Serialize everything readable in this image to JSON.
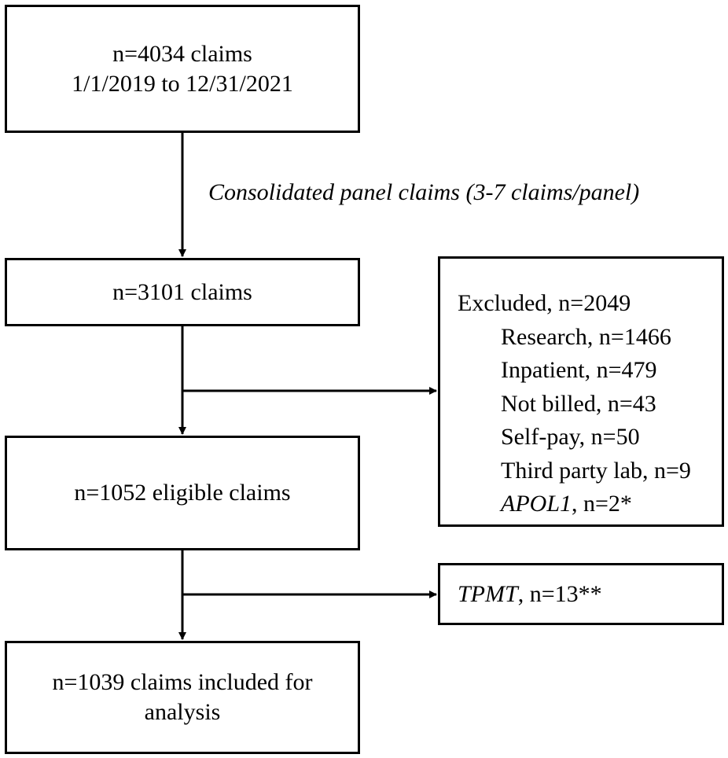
{
  "diagram": {
    "box1": {
      "line1": "n=4034 claims",
      "line2": "1/1/2019 to 12/31/2021"
    },
    "consolidation_note": "Consolidated panel claims (3-7 claims/panel)",
    "box2": {
      "text": "n=3101 claims"
    },
    "box3": {
      "text": "n=1052 eligible claims"
    },
    "box4": {
      "line1": "n=1039 claims included for",
      "line2": "analysis"
    },
    "excluded": {
      "title": "Excluded, n=2049",
      "items": [
        {
          "label": "Research, n=1466"
        },
        {
          "label": "Inpatient, n=479"
        },
        {
          "label": "Not billed, n=43"
        },
        {
          "label": "Self-pay, n=50"
        },
        {
          "label": "Third party lab, n=9"
        }
      ],
      "apol1_gene": "APOL1",
      "apol1_rest": ", n=2*"
    },
    "tpmt": {
      "gene": "TPMT",
      "rest": ", n=13**"
    }
  }
}
